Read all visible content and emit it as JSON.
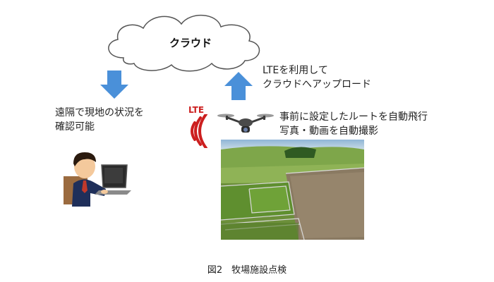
{
  "cloud": {
    "label": "クラウド"
  },
  "left_text": {
    "line1": "遠隔で現地の状況を",
    "line2": "確認可能"
  },
  "upload_text": {
    "line1": "LTEを利用して",
    "line2": "クラウドへアップロード"
  },
  "drone_text": {
    "line1": "事前に設定したルートを自動飛行",
    "line2": "写真・動画を自動撮影"
  },
  "lte": {
    "label": "LTE"
  },
  "caption": "図2　牧場施設点検",
  "colors": {
    "arrow": "#4a90d9",
    "signal": "#cc1f1f",
    "cloud_outline": "#555555"
  }
}
